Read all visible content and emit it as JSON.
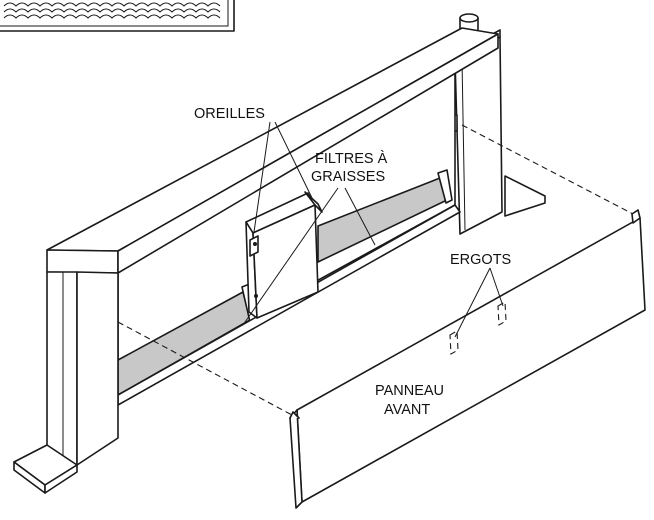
{
  "labels": {
    "oreilles": "OREILLES",
    "filtres_line1": "FILTRES À",
    "filtres_line2": "GRAISSES",
    "ergots": "ERGOTS",
    "panneau_line1": "PANNEAU",
    "panneau_line2": "AVANT"
  }
}
